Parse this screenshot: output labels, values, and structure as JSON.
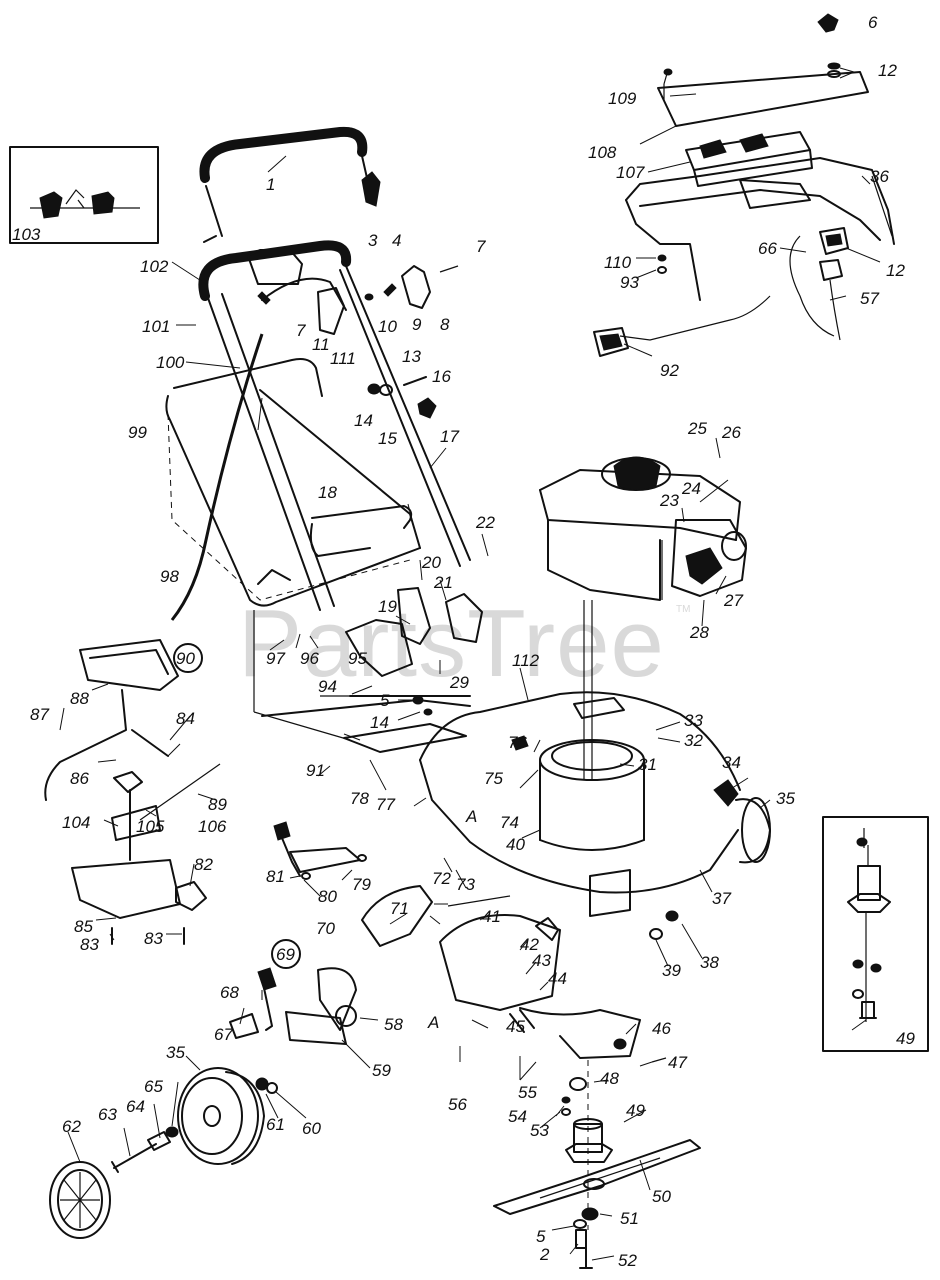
{
  "watermark": "PartsTree",
  "trademark": "TM",
  "labels": [
    {
      "id": "1",
      "text": "1"
    },
    {
      "id": "2",
      "text": "2"
    },
    {
      "id": "3",
      "text": "3"
    },
    {
      "id": "4",
      "text": "4"
    },
    {
      "id": "5a",
      "text": "5"
    },
    {
      "id": "5b",
      "text": "5"
    },
    {
      "id": "6",
      "text": "6"
    },
    {
      "id": "7a",
      "text": "7"
    },
    {
      "id": "7b",
      "text": "7"
    },
    {
      "id": "8",
      "text": "8"
    },
    {
      "id": "9",
      "text": "9"
    },
    {
      "id": "10",
      "text": "10"
    },
    {
      "id": "11",
      "text": "11"
    },
    {
      "id": "12a",
      "text": "12"
    },
    {
      "id": "12b",
      "text": "12"
    },
    {
      "id": "13",
      "text": "13"
    },
    {
      "id": "14a",
      "text": "14"
    },
    {
      "id": "14b",
      "text": "14"
    },
    {
      "id": "15",
      "text": "15"
    },
    {
      "id": "16",
      "text": "16"
    },
    {
      "id": "17",
      "text": "17"
    },
    {
      "id": "18",
      "text": "18"
    },
    {
      "id": "19",
      "text": "19"
    },
    {
      "id": "20",
      "text": "20"
    },
    {
      "id": "21",
      "text": "21"
    },
    {
      "id": "22",
      "text": "22"
    },
    {
      "id": "23",
      "text": "23"
    },
    {
      "id": "24",
      "text": "24"
    },
    {
      "id": "25",
      "text": "25"
    },
    {
      "id": "26",
      "text": "26"
    },
    {
      "id": "27",
      "text": "27"
    },
    {
      "id": "28",
      "text": "28"
    },
    {
      "id": "29",
      "text": "29"
    },
    {
      "id": "31",
      "text": "31"
    },
    {
      "id": "32",
      "text": "32"
    },
    {
      "id": "33",
      "text": "33"
    },
    {
      "id": "34",
      "text": "34"
    },
    {
      "id": "35a",
      "text": "35"
    },
    {
      "id": "35b",
      "text": "35"
    },
    {
      "id": "36",
      "text": "36"
    },
    {
      "id": "37",
      "text": "37"
    },
    {
      "id": "38",
      "text": "38"
    },
    {
      "id": "39",
      "text": "39"
    },
    {
      "id": "40",
      "text": "40"
    },
    {
      "id": "41",
      "text": "41"
    },
    {
      "id": "42",
      "text": "42"
    },
    {
      "id": "43",
      "text": "43"
    },
    {
      "id": "44",
      "text": "44"
    },
    {
      "id": "45",
      "text": "45"
    },
    {
      "id": "46",
      "text": "46"
    },
    {
      "id": "47",
      "text": "47"
    },
    {
      "id": "48",
      "text": "48"
    },
    {
      "id": "49a",
      "text": "49"
    },
    {
      "id": "49b",
      "text": "49"
    },
    {
      "id": "50",
      "text": "50"
    },
    {
      "id": "51",
      "text": "51"
    },
    {
      "id": "52",
      "text": "52"
    },
    {
      "id": "53",
      "text": "53"
    },
    {
      "id": "54",
      "text": "54"
    },
    {
      "id": "55",
      "text": "55"
    },
    {
      "id": "56",
      "text": "56"
    },
    {
      "id": "57",
      "text": "57"
    },
    {
      "id": "58",
      "text": "58"
    },
    {
      "id": "59",
      "text": "59"
    },
    {
      "id": "60",
      "text": "60"
    },
    {
      "id": "61",
      "text": "61"
    },
    {
      "id": "62",
      "text": "62"
    },
    {
      "id": "63",
      "text": "63"
    },
    {
      "id": "64",
      "text": "64"
    },
    {
      "id": "65",
      "text": "65"
    },
    {
      "id": "66",
      "text": "66"
    },
    {
      "id": "67",
      "text": "67"
    },
    {
      "id": "68",
      "text": "68"
    },
    {
      "id": "69",
      "text": "69"
    },
    {
      "id": "70",
      "text": "70"
    },
    {
      "id": "71",
      "text": "71"
    },
    {
      "id": "72",
      "text": "72"
    },
    {
      "id": "73",
      "text": "73"
    },
    {
      "id": "74",
      "text": "74"
    },
    {
      "id": "75",
      "text": "75"
    },
    {
      "id": "76",
      "text": "76"
    },
    {
      "id": "77",
      "text": "77"
    },
    {
      "id": "78",
      "text": "78"
    },
    {
      "id": "79",
      "text": "79"
    },
    {
      "id": "80",
      "text": "80"
    },
    {
      "id": "81",
      "text": "81"
    },
    {
      "id": "82",
      "text": "82"
    },
    {
      "id": "83a",
      "text": "83"
    },
    {
      "id": "83b",
      "text": "83"
    },
    {
      "id": "84",
      "text": "84"
    },
    {
      "id": "85",
      "text": "85"
    },
    {
      "id": "86",
      "text": "86"
    },
    {
      "id": "87",
      "text": "87"
    },
    {
      "id": "88",
      "text": "88"
    },
    {
      "id": "89",
      "text": "89"
    },
    {
      "id": "90",
      "text": "90"
    },
    {
      "id": "91",
      "text": "91"
    },
    {
      "id": "92",
      "text": "92"
    },
    {
      "id": "93",
      "text": "93"
    },
    {
      "id": "94",
      "text": "94"
    },
    {
      "id": "95",
      "text": "95"
    },
    {
      "id": "96",
      "text": "96"
    },
    {
      "id": "97",
      "text": "97"
    },
    {
      "id": "98",
      "text": "98"
    },
    {
      "id": "99",
      "text": "99"
    },
    {
      "id": "100",
      "text": "100"
    },
    {
      "id": "101",
      "text": "101"
    },
    {
      "id": "102",
      "text": "102"
    },
    {
      "id": "103",
      "text": "103"
    },
    {
      "id": "104",
      "text": "104"
    },
    {
      "id": "105",
      "text": "105"
    },
    {
      "id": "106",
      "text": "106"
    },
    {
      "id": "107",
      "text": "107"
    },
    {
      "id": "108",
      "text": "108"
    },
    {
      "id": "109",
      "text": "109"
    },
    {
      "id": "110",
      "text": "110"
    },
    {
      "id": "111",
      "text": "111"
    },
    {
      "id": "112",
      "text": "112"
    },
    {
      "id": "Aa",
      "text": "A"
    },
    {
      "id": "Ab",
      "text": "A"
    }
  ]
}
